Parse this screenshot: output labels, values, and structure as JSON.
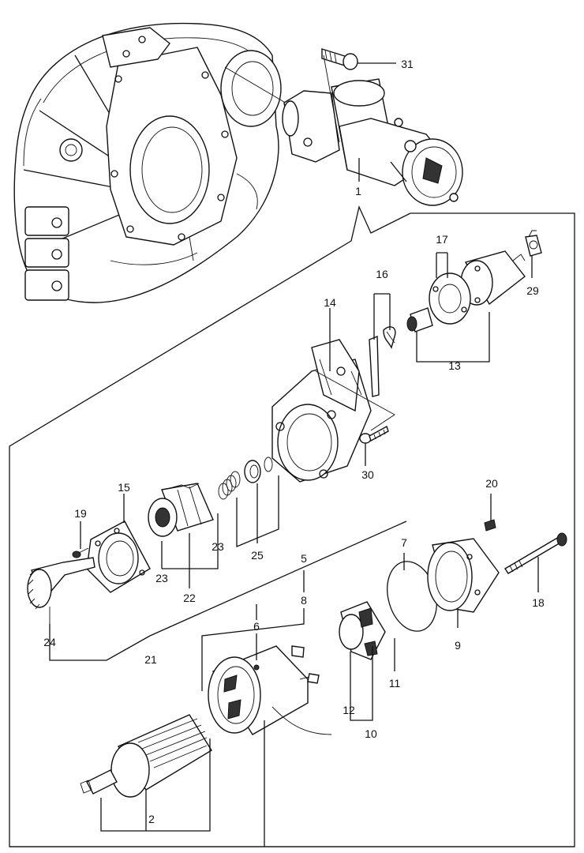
{
  "callouts": {
    "c1": "1",
    "c2": "2",
    "c5": "5",
    "c6": "6",
    "c7": "7",
    "c8": "8",
    "c9": "9",
    "c10": "10",
    "c11": "11",
    "c12": "12",
    "c13": "13",
    "c14": "14",
    "c15": "15",
    "c16": "16",
    "c17": "17",
    "c18": "18",
    "c19": "19",
    "c20": "20",
    "c21": "21",
    "c22": "22",
    "c23a": "23",
    "c23b": "23",
    "c24": "24",
    "c25": "25",
    "c29": "29",
    "c30": "30",
    "c31": "31"
  }
}
